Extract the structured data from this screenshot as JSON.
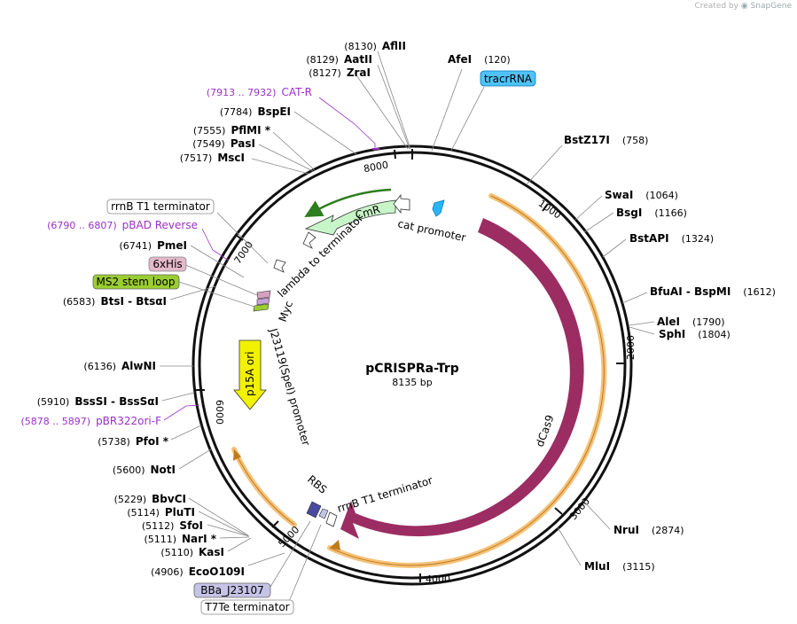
{
  "credit": {
    "prefix": "Created by",
    "brand": "SnapGene"
  },
  "plasmid": {
    "name": "pCRISPRa-Trp",
    "length_label": "8135 bp",
    "length": 8135
  },
  "ticks": [
    {
      "pos": 1000,
      "label": "1000"
    },
    {
      "pos": 2000,
      "label": "2000"
    },
    {
      "pos": 3000,
      "label": "3000"
    },
    {
      "pos": 4000,
      "label": "4000"
    },
    {
      "pos": 5000,
      "label": "5000"
    },
    {
      "pos": 6000,
      "label": "6000"
    },
    {
      "pos": 7000,
      "label": "7000"
    },
    {
      "pos": 8000,
      "label": "8000"
    }
  ],
  "sites": [
    {
      "name": "AflII",
      "pos": "(8130)",
      "side": "left"
    },
    {
      "name": "AatII",
      "pos": "(8129)",
      "side": "left"
    },
    {
      "name": "ZraI",
      "pos": "(8127)",
      "side": "left"
    },
    {
      "name": "BspEI",
      "pos": "(7784)",
      "side": "left"
    },
    {
      "name": "PflMI *",
      "pos": "(7555)",
      "side": "left"
    },
    {
      "name": "PasI",
      "pos": "(7549)",
      "side": "left"
    },
    {
      "name": "MscI",
      "pos": "(7517)",
      "side": "left"
    },
    {
      "name": "PmeI",
      "pos": "(6741)",
      "side": "left"
    },
    {
      "name": "BtsI - BtsαI",
      "pos": "(6583)",
      "side": "left"
    },
    {
      "name": "AlwNI",
      "pos": "(6136)",
      "side": "left"
    },
    {
      "name": "BssSI - BssSαI",
      "pos": "(5910)",
      "side": "left"
    },
    {
      "name": "PfoI *",
      "pos": "(5738)",
      "side": "left"
    },
    {
      "name": "NotI",
      "pos": "(5600)",
      "side": "left"
    },
    {
      "name": "BbvCI",
      "pos": "(5229)",
      "side": "left"
    },
    {
      "name": "PluTI",
      "pos": "(5114)",
      "side": "left"
    },
    {
      "name": "SfoI",
      "pos": "(5112)",
      "side": "left"
    },
    {
      "name": "NarI *",
      "pos": "(5111)",
      "side": "left"
    },
    {
      "name": "KasI",
      "pos": "(5110)",
      "side": "left"
    },
    {
      "name": "EcoO109I",
      "pos": "(4906)",
      "side": "left"
    },
    {
      "name": "AfeI",
      "pos": "(120)",
      "side": "right"
    },
    {
      "name": "BstZ17I",
      "pos": "(758)",
      "side": "right"
    },
    {
      "name": "SwaI",
      "pos": "(1064)",
      "side": "right"
    },
    {
      "name": "BsgI",
      "pos": "(1166)",
      "side": "right"
    },
    {
      "name": "BstAPI",
      "pos": "(1324)",
      "side": "right"
    },
    {
      "name": "BfuAI - BspMI",
      "pos": "(1612)",
      "side": "right"
    },
    {
      "name": "AleI",
      "pos": "(1790)",
      "side": "right"
    },
    {
      "name": "SphI",
      "pos": "(1804)",
      "side": "right"
    },
    {
      "name": "NruI",
      "pos": "(2874)",
      "side": "right"
    },
    {
      "name": "MluI",
      "pos": "(3115)",
      "side": "right"
    }
  ],
  "primers": [
    {
      "range": "(7913 .. 7932)",
      "name": "CAT-R"
    },
    {
      "range": "(6790 .. 6807)",
      "name": "pBAD Reverse"
    },
    {
      "range": "(5878 .. 5897)",
      "name": "pBR322ori-F"
    }
  ],
  "boxed_features": [
    {
      "name": "tracrRNA",
      "color": "#4fc3f7"
    },
    {
      "name": "rrnB T1 terminator",
      "color": "#ffffff"
    },
    {
      "name": "6xHis",
      "color": "#e3b8c8"
    },
    {
      "name": "MS2 stem loop",
      "color": "#9acd32"
    },
    {
      "name": "BBa_J23107",
      "color": "#c5c3e6"
    },
    {
      "name": "T7Te terminator",
      "color": "#ffffff"
    }
  ],
  "features": {
    "cmr": "CmR",
    "cat_promoter": "cat promoter",
    "lambda_term": "lambda to terminator",
    "myc": "Myc",
    "j23119": "J23119(SpeI) promoter",
    "p15a": "p15A ori",
    "dcas9": "dCas9",
    "rbs": "RBS",
    "rrnb_inner": "rrnB T1 terminator"
  },
  "colors": {
    "dcas9": "#9b2d62",
    "cmr": "#c8f5c8",
    "p15a": "#f2f200",
    "primer": "#9b30c8",
    "orf_highlight": "#f5c27a"
  }
}
